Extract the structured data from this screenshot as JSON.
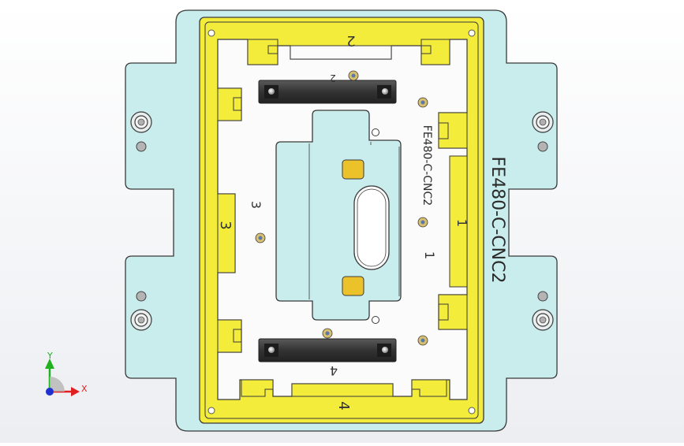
{
  "part_number": "FE480-C-CNC2",
  "labels": {
    "part_number_side": "FE480-C-CNC2",
    "part_number_center": "FE480-C-CNC2",
    "edge_top": "2",
    "edge_bottom": "4",
    "edge_left": "3",
    "edge_right": "1",
    "inner_top": "2",
    "inner_bottom": "4",
    "inner_left": "3",
    "inner_right": "1"
  },
  "triad": {
    "x_label": "X",
    "y_label": "Y"
  },
  "colors": {
    "plate": "#c9ecec",
    "yellow": "#f4ec3a",
    "edge": "#3a3a3a",
    "clamp": "#3c3c3c",
    "pad": "#ecc22a",
    "x_axis": "#e02020",
    "y_axis": "#20b020",
    "z_axis": "#2030d0"
  }
}
